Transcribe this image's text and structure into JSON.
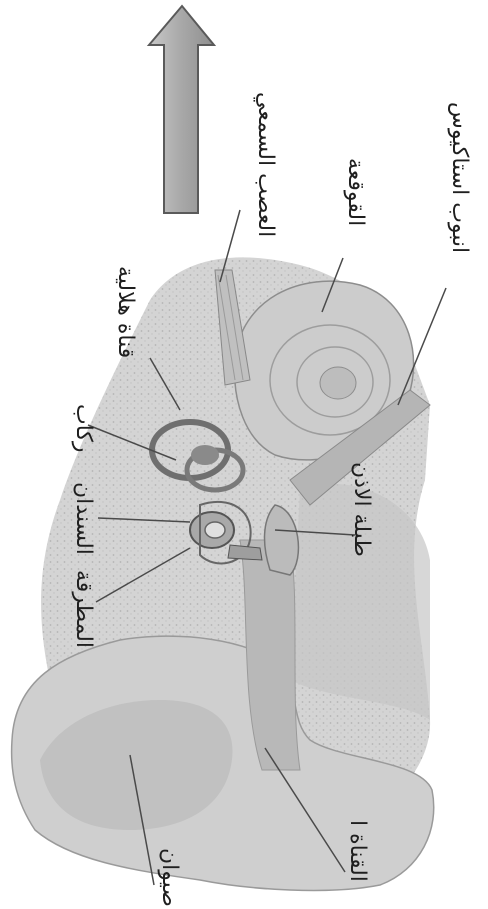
{
  "labels": {
    "auditory_nerve": "العصب السمعي",
    "cochlea": "القوقعة",
    "eustachian_tube": "انبوب استاكيوس",
    "semicircular_canal": "قناة هلالية",
    "stirrup": "ركاب",
    "anvil": "السندان",
    "hammer": "المطرقة",
    "eardrum": "طبلة الاذن",
    "ear_canal": "القناة ا",
    "auricle": "صيوان"
  }
}
